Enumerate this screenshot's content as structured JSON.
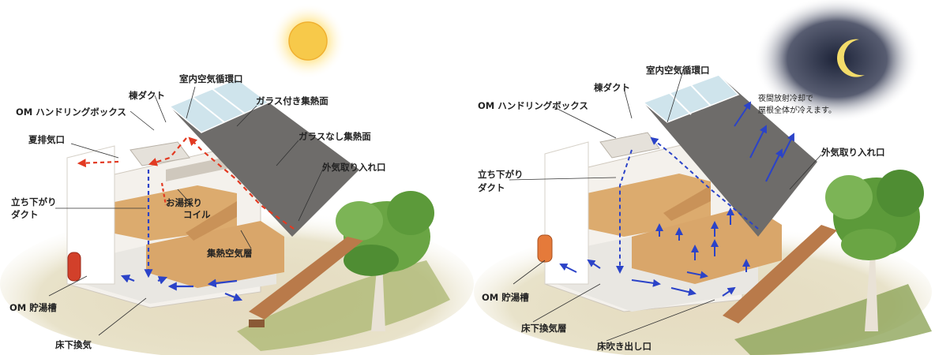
{
  "day": {
    "labels": {
      "handling_box": "OM ハンドリングボックス",
      "ridge_duct": "棟ダクト",
      "indoor_circulation": "室内空気循環口",
      "glass_collector": "ガラス付き集熱面",
      "summer_exhaust": "夏排気口",
      "non_glass_collector": "ガラスなし集熱面",
      "outside_air_intake": "外気取り入れ口",
      "down_duct_line1": "立ち下がり",
      "down_duct_line2": "ダクト",
      "hot_water_coil_line1": "お湯採り",
      "hot_water_coil_line2": "コイル",
      "collector_air_layer": "集熱空気層",
      "storage_tank": "OM 貯湯槽",
      "underfloor_ventilation": "床下換気"
    }
  },
  "night": {
    "labels": {
      "indoor_circulation": "室内空気循環口",
      "ridge_duct": "棟ダクト",
      "handling_box": "OM ハンドリングボックス",
      "radiative_cooling_line1": "夜間放射冷却で",
      "radiative_cooling_line2": "屋根全体が冷えます。",
      "outside_air_intake": "外気取り入れ口",
      "down_duct_line1": "立ち下がり",
      "down_duct_line2": "ダクト",
      "storage_tank": "OM 貯湯槽",
      "underfloor_ventilation_layer": "床下換気層",
      "floor_outlet": "床吹き出し口"
    }
  },
  "colors": {
    "sun": "#f7c94a",
    "moon": "#f3dc6a",
    "night_sky": "#1c2338",
    "roof": "#6e6c6a",
    "glass": "#cfe4ec",
    "wood": "#d9a66a",
    "warm_arrow": "#e23a22",
    "cool_arrow": "#2b43c8",
    "tree": "#5c9a3a",
    "ground": "#9cae6a"
  }
}
